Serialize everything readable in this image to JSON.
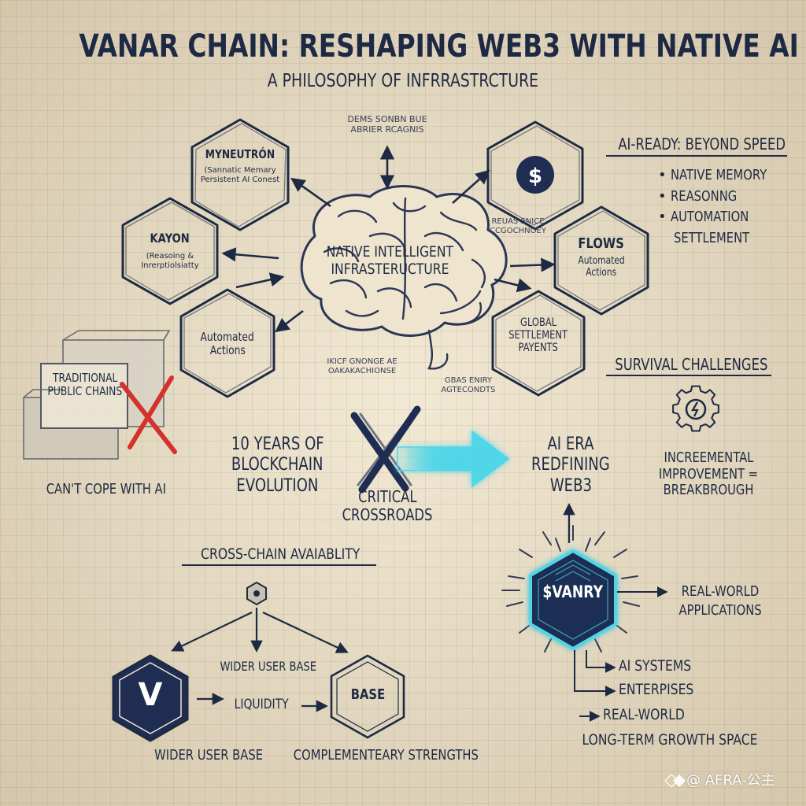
{
  "title": "VANAR CHAIN: RESHAPING WEB3 WITH NATIVE AI",
  "subtitle": "A PHILOSOPHY OF INFRRASTRCTURE",
  "center": {
    "label_line1": "NATIVE INTELLIGENT",
    "label_line2": "INFRASTERUCTURE",
    "top_caption_line1": "DEMS SONBN BUE",
    "top_caption_line2": "ABRIER RCAGNIS",
    "right_caption_line1": "REUAS SNICE",
    "right_caption_line2": "CCGOCHNOEY",
    "bottom_caption_line1": "IKICF GNONGE AE",
    "bottom_caption_line2": "OAKAKACHIONSE",
    "bottom_right_caption_line1": "GBAS ENIRY",
    "bottom_right_caption_line2": "AGTECONDTS"
  },
  "hexagons": {
    "myneutron": {
      "title": "MYNEUTRÓN",
      "line2": "(Sannatic Memary",
      "line3": "Persistent AI Conest"
    },
    "kayon": {
      "title": "KAYON",
      "line2": "(Reasoing &",
      "line3": "Inrerptiolsiatty"
    },
    "automated_left": {
      "line1": "Automated",
      "line2": "Actions"
    },
    "payments": {
      "icon": "dollar-icon"
    },
    "flows": {
      "title": "FLOWS",
      "line2": "Automated",
      "line3": "Actions"
    },
    "global": {
      "line1": "GLOBAL",
      "line2": "SETTLEMENT",
      "line3": "PAYENTS"
    }
  },
  "ai_ready": {
    "heading": "AI-READY: BEYOND SPEED",
    "items": [
      "NATIVE MEMORY",
      "REASONNG",
      "AUTOMATION"
    ],
    "extra": "SETTLEMENT"
  },
  "traditional": {
    "label_line1": "TRADITIONAL",
    "label_line2": "PUBLIC CHAINS",
    "caption": "CAN'T COPE WITH AI"
  },
  "evolution": {
    "line1": "10 YEARS OF",
    "line2": "BLOCKCHAIN",
    "line3": "EVOLUTION"
  },
  "crossroads": {
    "line1": "CRITICAL",
    "line2": "CROSSROADS"
  },
  "ai_era": {
    "line1": "AI ERA",
    "line2": "REDFINING",
    "line3": "WEB3"
  },
  "survival": {
    "heading": "SURVIVAL CHALLENGES",
    "line1": "INCREEMENTAL",
    "line2": "IMPROVEMENT =",
    "line3": "BREAKBROUGH"
  },
  "cross_chain": {
    "heading": "CROSS-CHAIN AVAIABLITY",
    "wider_user_base": "WIDER USER BASE",
    "liquidity": "LIQUIDITY",
    "base_label": "BASE",
    "vanar_letter": "V",
    "bottom_left": "WIDER USER BASE",
    "bottom_right": "COMPLEMENTEARY STRENGTHS"
  },
  "vanry": {
    "token": "$VANRY",
    "real_world_applications_line1": "REAL-WORLD",
    "real_world_applications_line2": "APPLICATIONS",
    "ai_systems": "AI SYSTEMS",
    "enterprises": "ENTERPISES",
    "real_world": "REAL-WORLD",
    "long_term": "LONG-TERM GROWTH SPACE"
  },
  "watermark": "@ AFRA-公主",
  "colors": {
    "ink": "#1e2a44",
    "paper": "#ebe0c8",
    "red_cross": "#d4322b",
    "cyan_glow": "#4fd6e8",
    "navy_fill": "#1f2d52"
  }
}
